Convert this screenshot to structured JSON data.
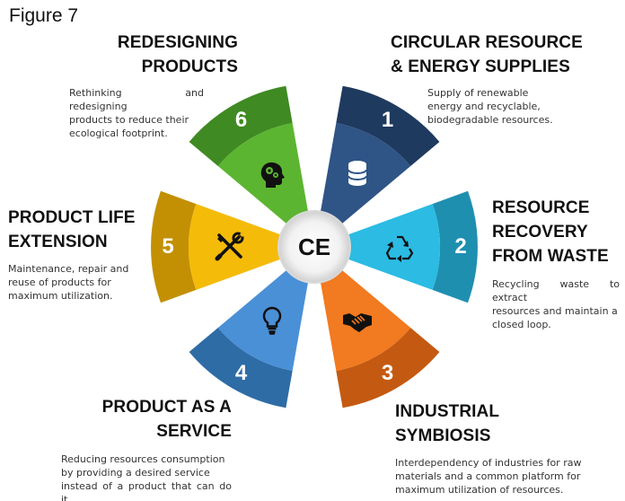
{
  "figure_label": "Figure 7",
  "center_label": "CE",
  "segments": [
    {
      "number": "1",
      "title_lines": [
        "CIRCULAR RESOURCE",
        "& ENERGY SUPPLIES"
      ],
      "description_lines": [
        "Supply of renewable",
        "energy and recyclable,",
        "biodegradable resources."
      ],
      "icon": "database-icon",
      "colors": {
        "outer": "#1f3a5f",
        "inner": "#2f5486"
      }
    },
    {
      "number": "2",
      "title_lines": [
        "RESOURCE",
        "RECOVERY",
        "FROM WASTE"
      ],
      "description_lines": [
        "Recycling waste to extract",
        "resources and maintain a",
        "closed loop."
      ],
      "icon": "recycle-icon",
      "colors": {
        "outer": "#1f8fb0",
        "inner": "#2bbbe3"
      }
    },
    {
      "number": "3",
      "title_lines": [
        "INDUSTRIAL",
        "SYMBIOSIS"
      ],
      "description_lines": [
        "Interdependency of industries for raw",
        "materials and a common platform for",
        "maximum utilization of resources."
      ],
      "icon": "handshake-icon",
      "colors": {
        "outer": "#c45a12",
        "inner": "#f27a20"
      }
    },
    {
      "number": "4",
      "title_lines": [
        "PRODUCT AS A",
        "SERVICE"
      ],
      "description_lines": [
        "Reducing resources consumption",
        "by providing a desired service",
        "instead of a product that can do it."
      ],
      "icon": "lightbulb-icon",
      "colors": {
        "outer": "#2e6ca6",
        "inner": "#4a90d6"
      }
    },
    {
      "number": "5",
      "title_lines": [
        "PRODUCT LIFE",
        "EXTENSION"
      ],
      "description_lines": [
        "Maintenance, repair and",
        "reuse of products for",
        "maximum utilization."
      ],
      "icon": "tools-icon",
      "colors": {
        "outer": "#c39004",
        "inner": "#f5bb09"
      }
    },
    {
      "number": "6",
      "title_lines": [
        "REDESIGNING",
        "PRODUCTS"
      ],
      "description_lines": [
        "Rethinking and redesigning",
        "products to reduce their",
        "ecological footprint."
      ],
      "icon": "head-gears-icon",
      "colors": {
        "outer": "#3f8a22",
        "inner": "#5cb531"
      }
    }
  ]
}
